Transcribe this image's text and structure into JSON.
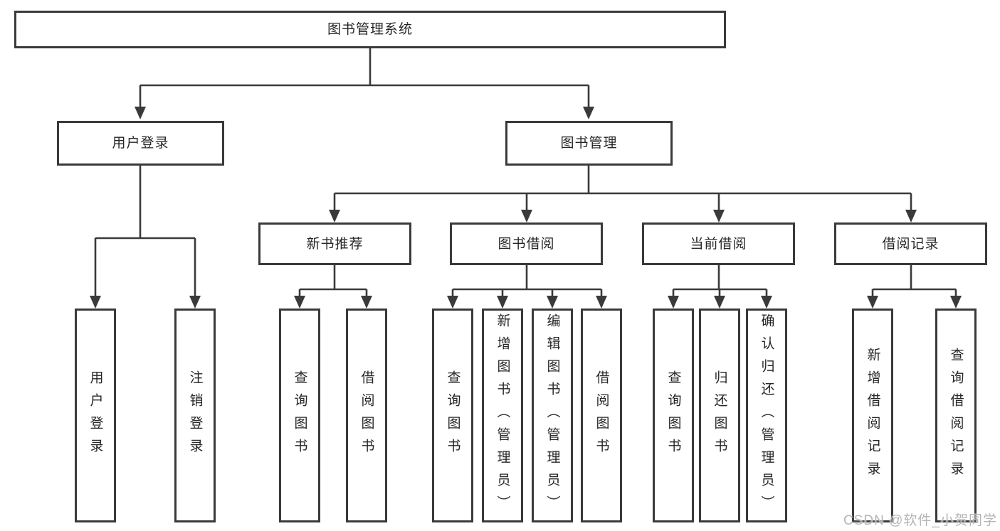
{
  "root": {
    "label": "图书管理系统"
  },
  "level2": [
    {
      "label": "用户登录"
    },
    {
      "label": "图书管理"
    }
  ],
  "level3": [
    {
      "label": "新书推荐"
    },
    {
      "label": "图书借阅"
    },
    {
      "label": "当前借阅"
    },
    {
      "label": "借阅记录"
    }
  ],
  "leaves": {
    "user_login": [
      "用户登录",
      "注销登录"
    ],
    "new_books": [
      "查询图书",
      "借阅图书"
    ],
    "borrowing": [
      "查询图书",
      "新增图书（管理员）",
      "编辑图书（管理员）",
      "借阅图书"
    ],
    "current": [
      "查询图书",
      "归还图书",
      "确认归还（管理员）"
    ],
    "records": [
      "新增借阅记录",
      "查询借阅记录"
    ]
  },
  "watermark": "CSDN @软件_小贺同学",
  "colors": {
    "line": "#3a3a3a",
    "box_border": "#3a3a3a",
    "text": "#262626",
    "watermark": "#b5b5b5",
    "background": "#ffffff"
  }
}
